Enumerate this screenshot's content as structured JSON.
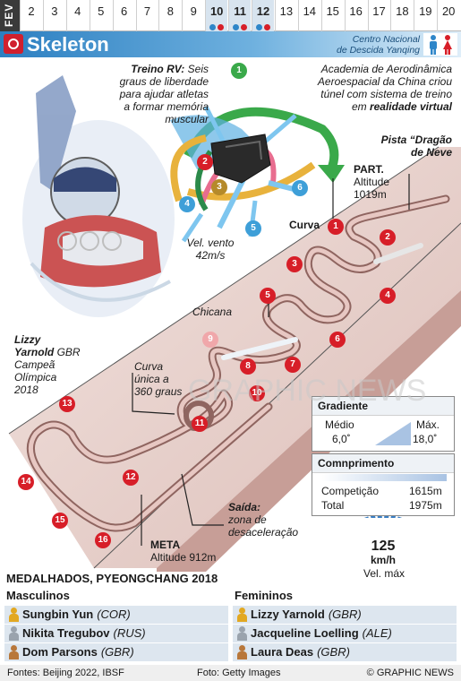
{
  "calendar": {
    "month": "FEV",
    "days": [
      "2",
      "3",
      "4",
      "5",
      "6",
      "7",
      "8",
      "9",
      "10",
      "11",
      "12",
      "13",
      "14",
      "15",
      "16",
      "17",
      "18",
      "19",
      "20"
    ],
    "highlighted": [
      "10",
      "11",
      "12"
    ],
    "colors": {
      "men": "#2e86c9",
      "women": "#d71e28",
      "highlight": "#d8e4ef"
    }
  },
  "header": {
    "title": "Skeleton",
    "venue_line1": "Centro Nacional",
    "venue_line2": "de Descida Yanqing",
    "colors": {
      "accent": "#2c7fc1",
      "men": "#2e86c9",
      "women": "#d71e28"
    }
  },
  "training": {
    "title": "Treino RV:",
    "text1": "Seis",
    "text2": "graus de liberdade",
    "text3": "para ajudar atletas",
    "text4": "a formar memória",
    "text5": "muscular",
    "wind1": "Vel. vento",
    "wind2": "42m/s",
    "arrow_labels": [
      "1",
      "2",
      "3",
      "4",
      "5",
      "6"
    ]
  },
  "academy": {
    "line1": "Academia de Aerodinâmica",
    "line2": "Aeroespacial da China criou",
    "line3": "túnel com sistema de treino",
    "line4_pre": "em",
    "line4_bold": "realidade virtual"
  },
  "athlete": {
    "name1": "Lizzy",
    "name2": "Yarnold",
    "country": "GBR",
    "title1": "Campeã",
    "title2": "Olímpica",
    "year": "2018"
  },
  "track": {
    "name1": "Pista “Dragão",
    "name2": "de Neve",
    "start_label": "PART.",
    "start_alt_label": "Altitude",
    "start_alt_value": "1019m",
    "curve_label": "Curva",
    "chicane_label": "Chicana",
    "loop1": "Curva",
    "loop2": "única a",
    "loop3": "360 graus",
    "exit_title": "Saída:",
    "exit1": "zona de",
    "exit2": "desaceleração",
    "finish_label": "META",
    "finish_alt": "Altitude 912m",
    "curves": [
      "1",
      "2",
      "3",
      "4",
      "5",
      "6",
      "7",
      "8",
      "9",
      "10",
      "11",
      "12",
      "13",
      "14",
      "15",
      "16"
    ],
    "colors": {
      "curve": "#d71e28",
      "curve_faded": "#f0a7aa",
      "track": "#b58b86"
    }
  },
  "gradient": {
    "title": "Gradiente",
    "avg_label": "Médio",
    "avg_value": "6,0˚",
    "max_label": "Máx.",
    "max_value": "18,0˚"
  },
  "length": {
    "title": "Comnprimento",
    "comp_label": "Competição",
    "comp_value": "1615m",
    "total_label": "Total",
    "total_value": "1975m"
  },
  "speed": {
    "value": "125",
    "unit": "km/h",
    "label": "Vel. máx",
    "fraction": 0.85
  },
  "watermark": "GRAPHIC NEWS",
  "medallists": {
    "title": "MEDALHADOS, PYEONGCHANG 2018",
    "men_title": "Masculinos",
    "women_title": "Femininos",
    "men": [
      {
        "name": "Sungbin Yun",
        "country": "(COR)"
      },
      {
        "name": "Nikita Tregubov",
        "country": "(RUS)"
      },
      {
        "name": "Dom Parsons",
        "country": "(GBR)"
      }
    ],
    "women": [
      {
        "name": "Lizzy Yarnold",
        "country": "(GBR)"
      },
      {
        "name": "Jacqueline Loelling",
        "country": "(ALE)"
      },
      {
        "name": "Laura Deas",
        "country": "(GBR)"
      }
    ],
    "medal_colors": [
      "#e2a822",
      "#9aa3ad",
      "#b8773a"
    ]
  },
  "footer": {
    "sources": "Fontes: Beijing 2022, IBSF",
    "photo": "Foto: Getty Images",
    "copyright": "© GRAPHIC NEWS"
  }
}
